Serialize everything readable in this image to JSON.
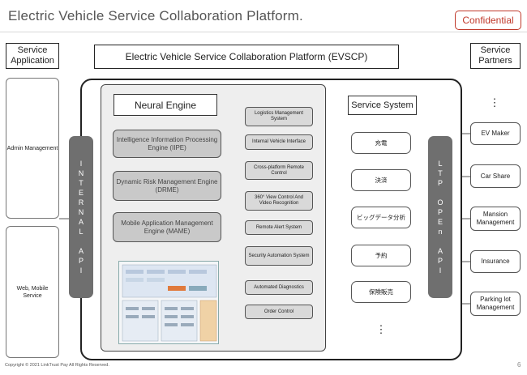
{
  "header": {
    "title": "Electric Vehicle Service Collaboration Platform.",
    "badge": "Confidential"
  },
  "columns": {
    "left": "Service Application",
    "center": "Electric Vehicle Service Collaboration Platform (EVSCP)",
    "right": "Service Partners"
  },
  "clients": [
    "Admin Management",
    "Web, Mobile Service"
  ],
  "apis": {
    "internal": [
      "I",
      "N",
      "T",
      "E",
      "R",
      "N",
      "A",
      "L",
      "",
      "A",
      "P",
      "I"
    ],
    "ltp": [
      "L",
      "T",
      "P",
      "",
      "O",
      "P",
      "E",
      "n",
      "",
      "A",
      "P",
      "I"
    ]
  },
  "neural_engine": {
    "title": "Neural Engine",
    "engines": [
      "Intelligence Information Processing Engine (IIPE)",
      "Dynamic Risk Management Engine (DRME)",
      "Mobile Application Management Engine (MAME)"
    ],
    "functions": [
      "Logistics Management System",
      "Internal Vehicle Interface",
      "Cross-platform Remote Control",
      "360° View Control And Video Recognition",
      "Remote Alert System",
      "Security Automation System",
      "Automated Diagnostics",
      "Order Control"
    ]
  },
  "service_system": {
    "title": "Service System",
    "items": [
      "充電",
      "決済",
      "ビッグデータ分析",
      "予約",
      "保険販売"
    ],
    "ellipsis": "⋮"
  },
  "partners": {
    "ellipsis": "⋮",
    "items": [
      "EV Maker",
      "Car Share",
      "Mansion Management",
      "Insurance",
      "Parking lot Management"
    ]
  },
  "footer": {
    "copyright": "Copyright © 2021 LinkTrust Pay All Rights Reserved.",
    "page": "6"
  }
}
